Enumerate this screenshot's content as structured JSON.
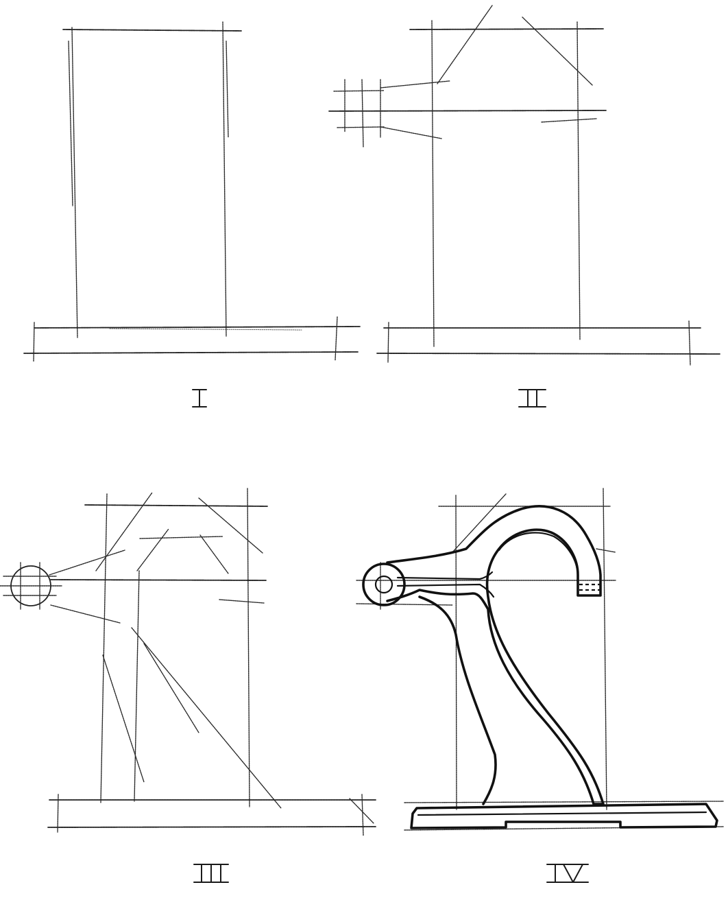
{
  "steps": [
    {
      "id": "step-1",
      "label": "I"
    },
    {
      "id": "step-2",
      "label": "II"
    },
    {
      "id": "step-3",
      "label": "III"
    },
    {
      "id": "step-4",
      "label": "IV"
    }
  ],
  "colors": {
    "paper": "#ffffff",
    "ink": "#111111",
    "pencil": "#2a2a2a"
  }
}
